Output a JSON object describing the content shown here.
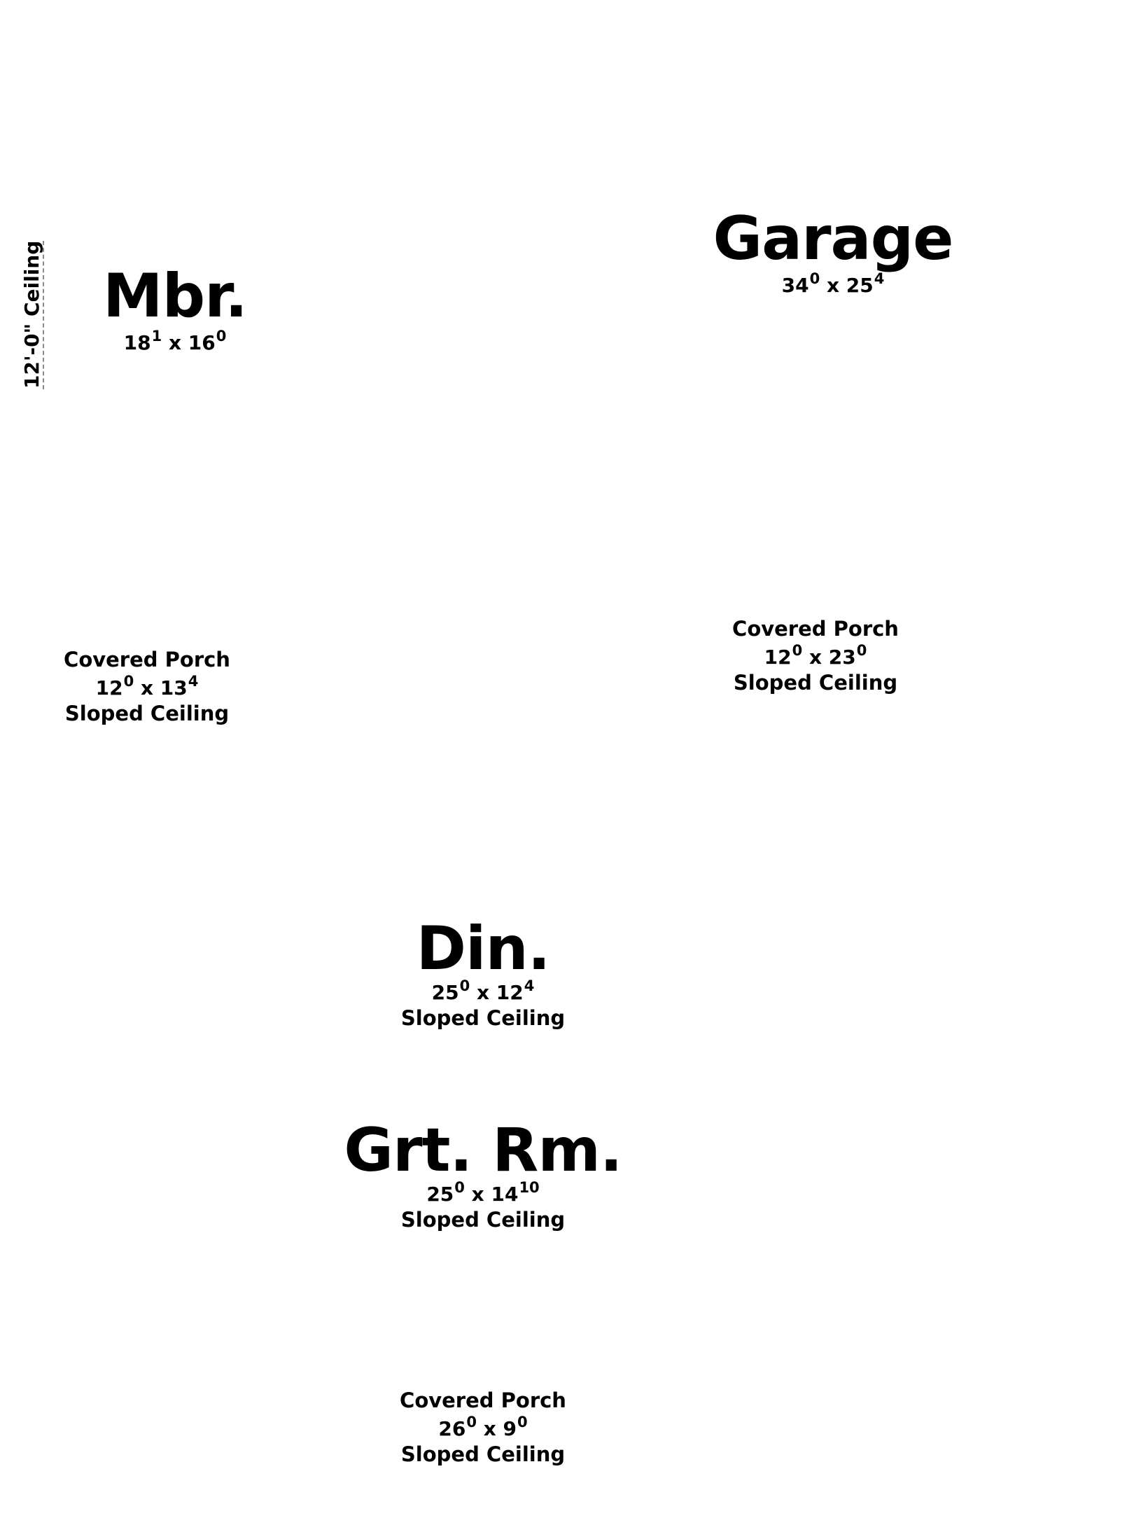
{
  "side_annotation": {
    "text": "12'-0\" Ceiling"
  },
  "rooms": {
    "mbr": {
      "name": "Mbr.",
      "width_ft": "18",
      "width_in": "1",
      "length_ft": "16",
      "length_in": "0"
    },
    "garage": {
      "name": "Garage",
      "width_ft": "34",
      "width_in": "0",
      "length_ft": "25",
      "length_in": "4"
    },
    "porch_left": {
      "name": "Covered Porch",
      "width_ft": "12",
      "width_in": "0",
      "length_ft": "13",
      "length_in": "4",
      "ceiling": "Sloped Ceiling"
    },
    "porch_right": {
      "name": "Covered Porch",
      "width_ft": "12",
      "width_in": "0",
      "length_ft": "23",
      "length_in": "0",
      "ceiling": "Sloped Ceiling"
    },
    "din": {
      "name": "Din.",
      "width_ft": "25",
      "width_in": "0",
      "length_ft": "12",
      "length_in": "4",
      "ceiling": "Sloped Ceiling"
    },
    "grt_rm": {
      "name": "Grt. Rm.",
      "width_ft": "25",
      "width_in": "0",
      "length_ft": "14",
      "length_in": "10",
      "ceiling": "Sloped Ceiling"
    },
    "porch_bottom": {
      "name": "Covered Porch",
      "width_ft": "26",
      "width_in": "0",
      "length_ft": "9",
      "length_in": "0",
      "ceiling": "Sloped Ceiling"
    }
  },
  "dimension_separator": "x"
}
